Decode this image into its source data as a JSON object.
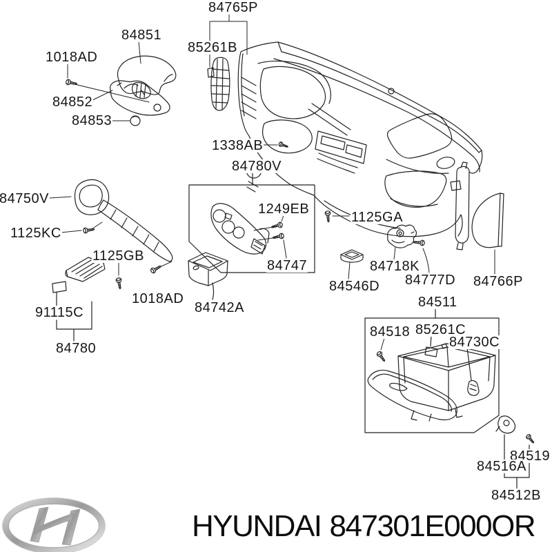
{
  "page": {
    "background_color": "#ffffff",
    "line_color": "#222222",
    "logo_silver_color": "#b0b0b0"
  },
  "diagram": {
    "callouts": [
      {
        "id": "84765P",
        "text": "84765P"
      },
      {
        "id": "85261B",
        "text": "85261B"
      },
      {
        "id": "84851",
        "text": "84851"
      },
      {
        "id": "1018AD_col",
        "text": "1018AD"
      },
      {
        "id": "84852",
        "text": "84852"
      },
      {
        "id": "84853",
        "text": "84853"
      },
      {
        "id": "1338AB",
        "text": "1338AB"
      },
      {
        "id": "84780V",
        "text": "84780V"
      },
      {
        "id": "84750V",
        "text": "84750V"
      },
      {
        "id": "1125KC",
        "text": "1125KC"
      },
      {
        "id": "1249EB",
        "text": "1249EB"
      },
      {
        "id": "1125GA",
        "text": "1125GA"
      },
      {
        "id": "84747",
        "text": "84747"
      },
      {
        "id": "1125GB",
        "text": "1125GB"
      },
      {
        "id": "1018AD_panel",
        "text": "1018AD"
      },
      {
        "id": "84742A",
        "text": "84742A"
      },
      {
        "id": "91115C",
        "text": "91115C"
      },
      {
        "id": "84780",
        "text": "84780"
      },
      {
        "id": "84718K",
        "text": "84718K"
      },
      {
        "id": "84546D",
        "text": "84546D"
      },
      {
        "id": "84777D",
        "text": "84777D"
      },
      {
        "id": "84766P",
        "text": "84766P"
      },
      {
        "id": "84511",
        "text": "84511"
      },
      {
        "id": "84518",
        "text": "84518"
      },
      {
        "id": "85261C",
        "text": "85261C"
      },
      {
        "id": "84730C",
        "text": "84730C"
      },
      {
        "id": "84519",
        "text": "84519"
      },
      {
        "id": "84516A",
        "text": "84516A"
      },
      {
        "id": "84512B",
        "text": "84512B"
      }
    ],
    "footer": {
      "brand": "HYUNDAI",
      "part_code": "847301E000OR"
    }
  }
}
